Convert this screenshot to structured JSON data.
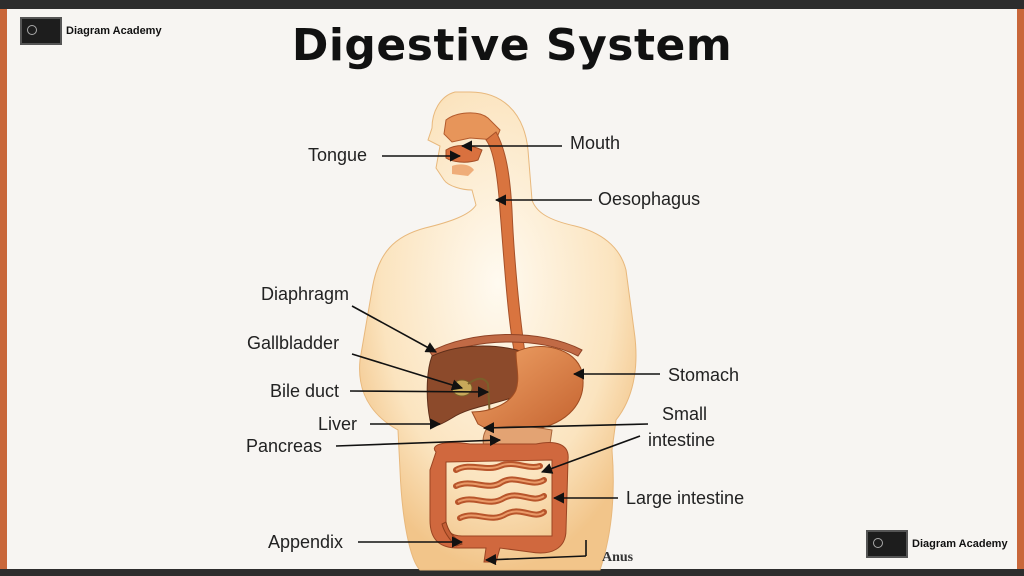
{
  "title": "Digestive System",
  "branding": {
    "top_left": "Diagram Academy",
    "bottom_right": "Diagram Academy"
  },
  "labels": {
    "tongue": "Tongue",
    "mouth": "Mouth",
    "oesophagus": "Oesophagus",
    "diaphragm": "Diaphragm",
    "gallbladder": "Gallbladder",
    "bile_duct": "Bile duct",
    "liver": "Liver",
    "pancreas": "Pancreas",
    "appendix": "Appendix",
    "stomach": "Stomach",
    "small_intestine_line1": "Small",
    "small_intestine_line2": "intestine",
    "large_intestine": "Large intestine",
    "anus": "Anus"
  },
  "colors": {
    "border": "#c9673a",
    "background": "#f7f5f2",
    "organ": "#c8683e",
    "organ_light": "#e79a5f",
    "liver": "#8a4a2a",
    "skin": "#f6d7a5"
  }
}
